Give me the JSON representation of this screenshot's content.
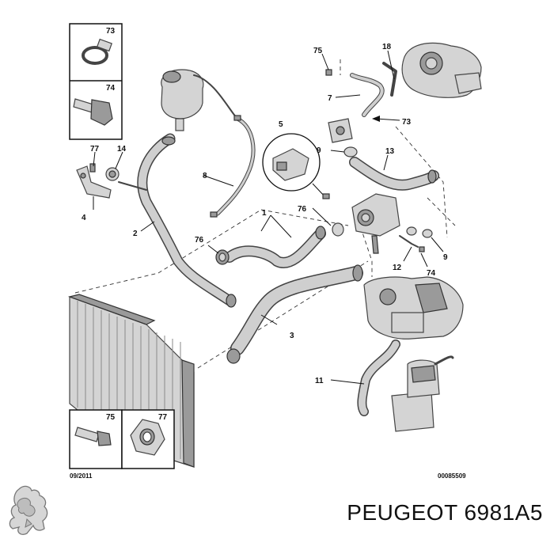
{
  "diagram": {
    "date_code": "09/2011",
    "reference_code": "00085509",
    "callouts": [
      "73",
      "74",
      "77",
      "14",
      "4",
      "75",
      "18",
      "7",
      "73",
      "5",
      "9",
      "13",
      "8",
      "2",
      "76",
      "1",
      "76",
      "9",
      "12",
      "74",
      "3",
      "11",
      "75",
      "77"
    ]
  },
  "caption": {
    "brand": "PEUGEOT",
    "part_number": "6981A5"
  }
}
